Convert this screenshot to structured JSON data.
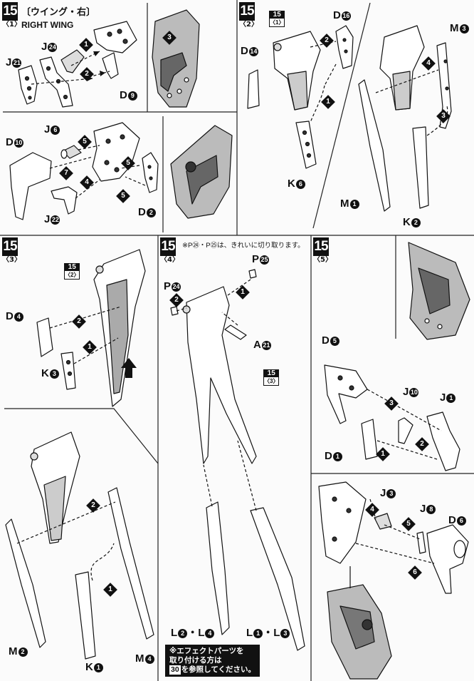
{
  "header": {
    "title_jp": "〔ウイング・右〕",
    "title_en": "RIGHT WING"
  },
  "steps": [
    {
      "id": "15",
      "sub": "〈1〉"
    },
    {
      "id": "15",
      "sub": "〈2〉"
    },
    {
      "id": "15",
      "sub": "〈3〉"
    },
    {
      "id": "15",
      "sub": "〈4〉"
    },
    {
      "id": "15",
      "sub": "〈5〉"
    }
  ],
  "refs": {
    "s2_from": {
      "top": "15",
      "bot": "〈1〉"
    },
    "s3_from": {
      "top": "15",
      "bot": "〈2〉"
    },
    "s4_from": {
      "top": "15",
      "bot": "〈3〉"
    }
  },
  "parts": {
    "s1a": [
      {
        "name": "J",
        "num": "21"
      },
      {
        "name": "J",
        "num": "24"
      },
      {
        "name": "D",
        "num": "9"
      }
    ],
    "s1b": [
      {
        "name": "J",
        "num": "6"
      },
      {
        "name": "D",
        "num": "10"
      },
      {
        "name": "J",
        "num": "22"
      },
      {
        "name": "D",
        "num": "2"
      }
    ],
    "s2": [
      {
        "name": "D",
        "num": "16"
      },
      {
        "name": "D",
        "num": "14"
      },
      {
        "name": "M",
        "num": "3"
      },
      {
        "name": "K",
        "num": "6"
      },
      {
        "name": "M",
        "num": "1"
      },
      {
        "name": "K",
        "num": "2"
      }
    ],
    "s3a": [
      {
        "name": "D",
        "num": "4"
      },
      {
        "name": "K",
        "num": "3"
      }
    ],
    "s3b": [
      {
        "name": "M",
        "num": "2"
      },
      {
        "name": "K",
        "num": "1"
      },
      {
        "name": "M",
        "num": "4"
      }
    ],
    "s4": [
      {
        "name": "P",
        "num": "25"
      },
      {
        "name": "P",
        "num": "24"
      },
      {
        "name": "A",
        "num": "21"
      },
      {
        "name": "L",
        "num": "2",
        "name2": "L",
        "num2": "4"
      },
      {
        "name": "L",
        "num": "1",
        "name2": "L",
        "num2": "3"
      }
    ],
    "s5a": [
      {
        "name": "D",
        "num": "5"
      },
      {
        "name": "J",
        "num": "10"
      },
      {
        "name": "J",
        "num": "1"
      },
      {
        "name": "D",
        "num": "1"
      }
    ],
    "s5b": [
      {
        "name": "J",
        "num": "3"
      },
      {
        "name": "J",
        "num": "8"
      },
      {
        "name": "D",
        "num": "6"
      }
    ]
  },
  "notes": {
    "s4_top": "※P㉔・P㉕は、きれいに切り取ります。",
    "effect_line1": "※エフェクトパーツを",
    "effect_line2": "取り付ける方は",
    "effect_page": "30",
    "effect_line3": "を参照してください。"
  },
  "order_marks": [
    "1",
    "2",
    "3",
    "4",
    "5",
    "6",
    "7"
  ]
}
